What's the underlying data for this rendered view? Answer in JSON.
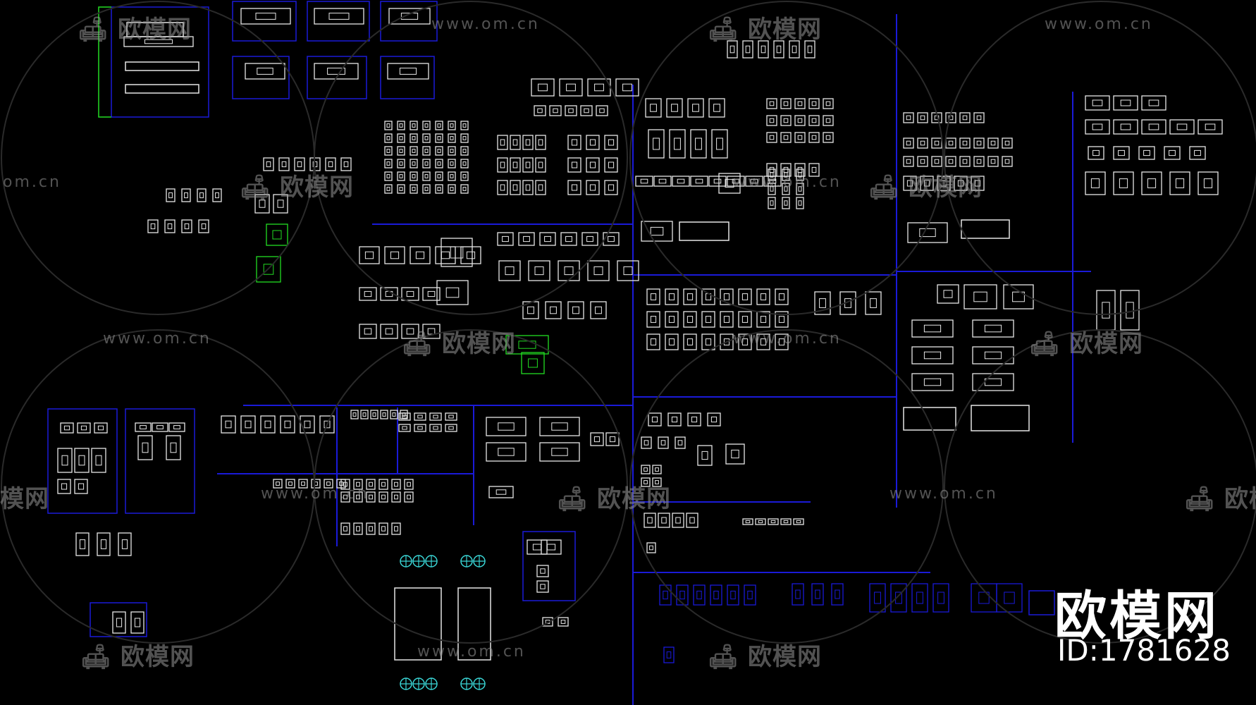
{
  "canvas": {
    "background": "#000000",
    "line_white": "#e6e6e6",
    "line_blue": "#1a1ad8",
    "line_green": "#22dd22"
  },
  "watermarks": {
    "url_full": "www.om.cn",
    "url_partial": "om.cn",
    "brand_full": "欧模网",
    "brand_partial": "欧模网",
    "brand_cut": "模网",
    "icon": "sofa-logo-icon"
  },
  "brand": {
    "logo_text": "欧模网",
    "id_text": "ID:1781628"
  }
}
